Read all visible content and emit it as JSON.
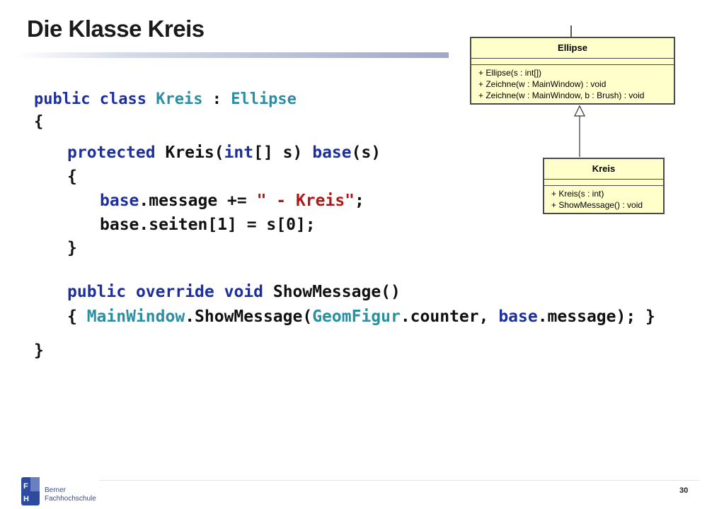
{
  "slide": {
    "title": "Die Klasse Kreis",
    "page_number": "30"
  },
  "code": {
    "l1": {
      "kw1": "public",
      "kw2": "class",
      "cls": "Kreis",
      "colon": ":",
      "base": "Ellipse"
    },
    "l2": "{",
    "l3": {
      "kw": "protected",
      "rest1": "Kreis(",
      "type": "int",
      "rest2": "[] s) ",
      "kw2": "base",
      "rest3": "(s)"
    },
    "l4": "{",
    "l5": {
      "kw": "base",
      "rest1": ".message += ",
      "str": "\" - Kreis\"",
      "rest2": ";"
    },
    "l6": "base.seiten[1] = s[0];",
    "l7": "}",
    "l8": {
      "kw1": "public",
      "kw2": "override",
      "kw3": "void",
      "rest": "ShowMessage()"
    },
    "l9": {
      "open": "{ ",
      "t1": "MainWindow",
      "r1": ".ShowMessage(",
      "t2": "GeomFigur",
      "r2": ".counter, ",
      "kw": "base",
      "r3": ".message); }"
    },
    "l10": "}"
  },
  "uml": {
    "ellipse": {
      "name": "Ellipse",
      "ops": [
        "+ Ellipse(s : int[])",
        "+ Zeichne(w : MainWindow) : void",
        "+ Zeichne(w : MainWindow, b : Brush) : void"
      ]
    },
    "kreis": {
      "name": "Kreis",
      "ops": [
        "+ Kreis(s : int)",
        "+ ShowMessage() : void"
      ]
    }
  },
  "footer": {
    "logo_letters": [
      "F",
      "H"
    ],
    "logo_text_line1": "Berner",
    "logo_text_line2": "Fachhochschule"
  },
  "colors": {
    "keyword": "#1d2f9c",
    "type": "#2b8fa3",
    "string": "#b01818",
    "uml_fill": "#ffffcc",
    "logo_blue": "#2e4a9e"
  }
}
